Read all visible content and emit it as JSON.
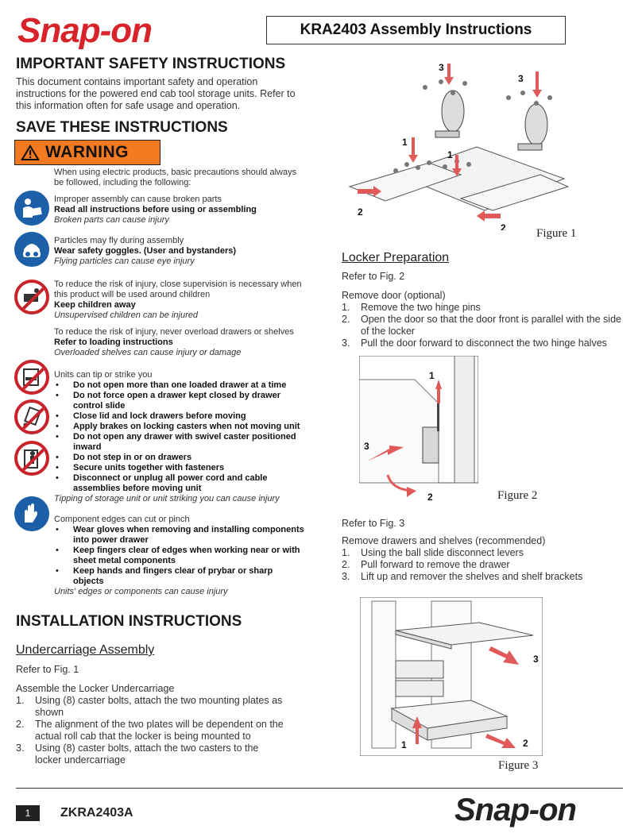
{
  "header": {
    "logo": "Snap-on",
    "title": "KRA2403 Assembly Instructions"
  },
  "safety": {
    "heading": "IMPORTANT SAFETY INSTRUCTIONS",
    "intro": "This document contains important safety and operation instructions for the powered end cab tool storage units. Refer to this information often for safe usage and operation.",
    "save_heading": "SAVE THESE INSTRUCTIONS",
    "warning_label": "WARNING",
    "general": "When using electric products, basic precautions should always be followed, including the following:",
    "blocks": [
      {
        "icon": "read-manual-icon",
        "lines": [
          {
            "t": "Improper assembly can cause broken parts",
            "s": "n"
          },
          {
            "t": "Read all instructions before using or assembling",
            "s": "b"
          },
          {
            "t": "Broken parts can cause injury",
            "s": "i"
          }
        ]
      },
      {
        "icon": "goggles-icon",
        "lines": [
          {
            "t": "Particles may fly during assembly",
            "s": "n"
          },
          {
            "t": "Wear safety goggles. (User and bystanders)",
            "s": "b"
          },
          {
            "t": "Flying particles can cause eye injury",
            "s": "i"
          }
        ]
      },
      {
        "icon": "no-children-icon",
        "lines": [
          {
            "t": "To reduce the risk of injury, close supervision is necessary when this product will be used around children",
            "s": "n"
          },
          {
            "t": "Keep children away",
            "s": "b"
          },
          {
            "t": "Unsupervised children can be injured",
            "s": "i"
          }
        ]
      },
      {
        "icon": "none",
        "lines": [
          {
            "t": "To reduce the risk of injury, never overload drawers or shelves",
            "s": "n"
          },
          {
            "t": "Refer to loading instructions",
            "s": "b"
          },
          {
            "t": "Overloaded shelves can cause injury or damage",
            "s": "i"
          }
        ]
      }
    ],
    "tip": {
      "lead": "Units can tip or strike you",
      "bullets": [
        "Do not open more than one loaded drawer at a time",
        "Do not force open a drawer kept closed by drawer control slide",
        "Close lid and lock drawers before moving",
        "Apply brakes on locking casters when not moving unit",
        "Do not open any drawer with swivel caster positioned inward",
        "Do not step in or on drawers",
        "Secure units together with fasteners",
        "Disconnect or unplug all power cord and cable assemblies before moving unit"
      ],
      "tail": "Tipping of storage unit or unit striking you can cause injury"
    },
    "edges": {
      "lead": "Component edges can cut or pinch",
      "bullets": [
        "Wear gloves when removing and installing components into power drawer",
        "Keep fingers clear of edges when working near or with sheet metal components",
        "Keep hands and fingers clear of prybar or sharp objects"
      ],
      "tail": "Units' edges or components can cause injury"
    }
  },
  "install": {
    "heading": "INSTALLATION INSTRUCTIONS",
    "sub": "Undercarriage Assembly",
    "refer": "Refer to Fig. 1",
    "task": "Assemble the Locker Undercarriage",
    "steps": [
      {
        "n": "1.",
        "t": "Using (8) caster bolts, attach the two mounting plates as shown"
      },
      {
        "n": "2.",
        "t": "The alignment of the two plates will be dependent on the actual roll cab that the locker is being mounted to"
      },
      {
        "n": "3.",
        "t": "Using (8) caster bolts, attach the two casters to the locker undercarriage"
      }
    ]
  },
  "locker": {
    "sub": "Locker Preparation",
    "refer": "Refer to Fig. 2",
    "task": "Remove door (optional)",
    "steps": [
      {
        "n": "1.",
        "t": "Remove the two hinge pins"
      },
      {
        "n": "2.",
        "t": "Open the door so that the door front is parallel with the side of the locker"
      },
      {
        "n": "3.",
        "t": "Pull the door forward to disconnect the two hinge halves"
      }
    ],
    "refer3": "Refer to Fig. 3",
    "task3": "Remove drawers and shelves (recommended)",
    "steps3": [
      {
        "n": "1.",
        "t": "Using the ball slide disconnect levers"
      },
      {
        "n": "2.",
        "t": "Pull forward to remove the drawer"
      },
      {
        "n": "3.",
        "t": "Lift up and remover the shelves and shelf brackets"
      }
    ]
  },
  "figures": {
    "fig1": {
      "caption": "Figure 1",
      "labels": [
        "3",
        "3",
        "1",
        "1",
        "2",
        "2"
      ]
    },
    "fig2": {
      "caption": "Figure 2",
      "labels": [
        "1",
        "3",
        "2"
      ]
    },
    "fig3": {
      "caption": "Figure 3",
      "labels": [
        "3",
        "1",
        "2"
      ]
    }
  },
  "footer": {
    "page": "1",
    "doc": "ZKRA2403A",
    "logo": "Snap-on"
  },
  "colors": {
    "brand_red": "#d8232a",
    "warning_orange": "#f47920",
    "mandatory_blue": "#1b5fa8",
    "arrow_red": "#e05a5a"
  }
}
